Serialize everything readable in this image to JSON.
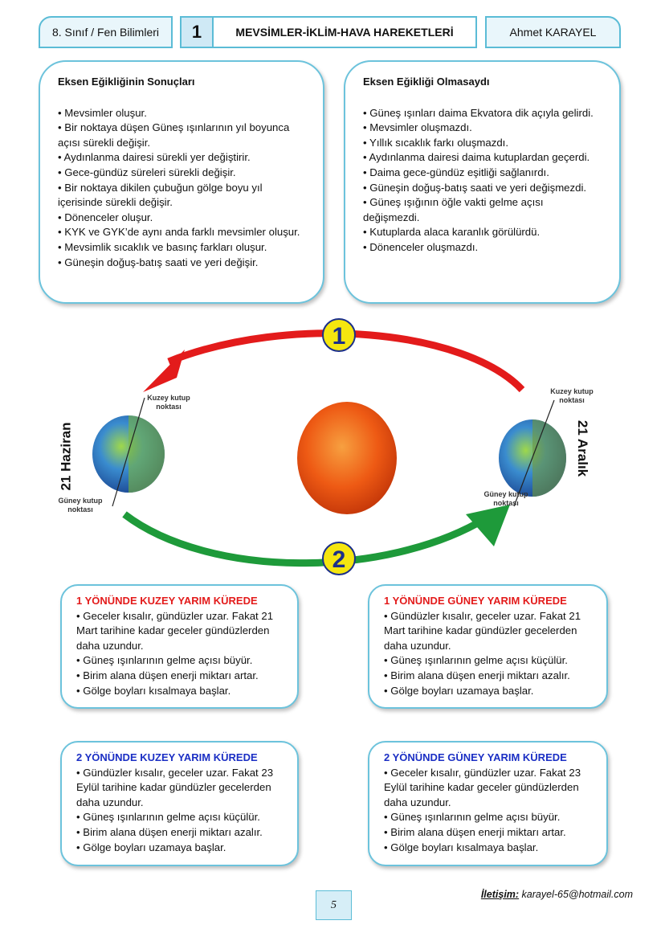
{
  "header": {
    "grade": "8. Sınıf / Fen Bilimleri",
    "unit_number": "1",
    "title": "MEVSİMLER-İKLİM-HAVA HAREKETLERİ",
    "author": "Ahmet KARAYEL"
  },
  "left_card": {
    "title": "Eksen Eğikliğinin Sonuçları",
    "items": [
      "• Mevsimler oluşur.",
      "• Bir noktaya düşen Güneş ışınlarının yıl boyunca açısı sürekli değişir.",
      "• Aydınlanma dairesi sürekli yer değiştirir.",
      "• Gece-gündüz süreleri sürekli değişir.",
      "• Bir noktaya dikilen çubuğun gölge boyu yıl içerisinde sürekli değişir.",
      "• Dönenceler oluşur.",
      "• KYK ve GYK’de aynı anda farklı mevsimler oluşur.",
      "• Mevsimlik sıcaklık ve basınç farkları oluşur.",
      "• Güneşin doğuş-batış saati ve yeri değişir."
    ]
  },
  "right_card": {
    "title": "Eksen Eğikliği Olmasaydı",
    "items": [
      "• Güneş ışınları daima Ekvatora dik açıyla gelirdi.",
      "• Mevsimler oluşmazdı.",
      "• Yıllık sıcaklık farkı oluşmazdı.",
      "• Aydınlanma dairesi daima kutuplardan geçerdi.",
      "• Daima gece-gündüz eşitliği sağlanırdı.",
      "• Güneşin doğuş-batış saati ve yeri değişmezdi.",
      "• Güneş ışığının öğle vakti gelme açısı değişmezdi.",
      "• Kutuplarda alaca karanlık görülürdü.",
      "• Dönenceler oluşmazdı."
    ]
  },
  "diagram": {
    "arrow1": "1",
    "arrow2": "2",
    "left_date": "21 Haziran",
    "right_date": "21 Aralık",
    "north_pole": "Kuzey kutup noktası",
    "south_pole": "Güney kutup noktası",
    "colors": {
      "arrow1": "#e31b1b",
      "arrow2": "#1e9a3a",
      "badge": "#f5e60f",
      "sun": "#f05a14"
    }
  },
  "cards": [
    {
      "title": "1 YÖNÜNDE KUZEY YARIM KÜREDE",
      "color": "red",
      "items": [
        "• Geceler kısalır, gündüzler uzar. Fakat 21 Mart tarihine kadar geceler gündüzlerden daha uzundur.",
        "• Güneş ışınlarının gelme açısı büyür.",
        "• Birim alana düşen enerji miktarı artar.",
        "• Gölge boyları kısalmaya başlar."
      ]
    },
    {
      "title": "1 YÖNÜNDE GÜNEY YARIM KÜREDE",
      "color": "red",
      "items": [
        "• Gündüzler kısalır, geceler uzar. Fakat 21 Mart tarihine kadar gündüzler gecelerden daha uzundur.",
        "• Güneş ışınlarının gelme açısı küçülür.",
        "• Birim alana düşen enerji miktarı azalır.",
        "• Gölge boyları uzamaya başlar."
      ]
    },
    {
      "title": "2 YÖNÜNDE KUZEY YARIM KÜREDE",
      "color": "blue",
      "items": [
        "• Gündüzler kısalır, geceler uzar. Fakat 23 Eylül tarihine kadar gündüzler gecelerden daha uzundur.",
        "• Güneş ışınlarının gelme açısı küçülür.",
        "• Birim alana düşen enerji miktarı azalır.",
        "• Gölge boyları uzamaya başlar."
      ]
    },
    {
      "title": "2 YÖNÜNDE GÜNEY YARIM KÜREDE",
      "color": "blue",
      "items": [
        "• Geceler kısalır, gündüzler uzar. Fakat 23 Eylül tarihine kadar geceler gündüzlerden daha uzundur.",
        "• Güneş ışınlarının gelme açısı büyür.",
        "• Birim alana düşen enerji miktarı artar.",
        "• Gölge boyları kısalmaya başlar."
      ]
    }
  ],
  "footer": {
    "page": "5",
    "contact_label": "İletişim:",
    "contact_email": " karayel-65@hotmail.com"
  }
}
